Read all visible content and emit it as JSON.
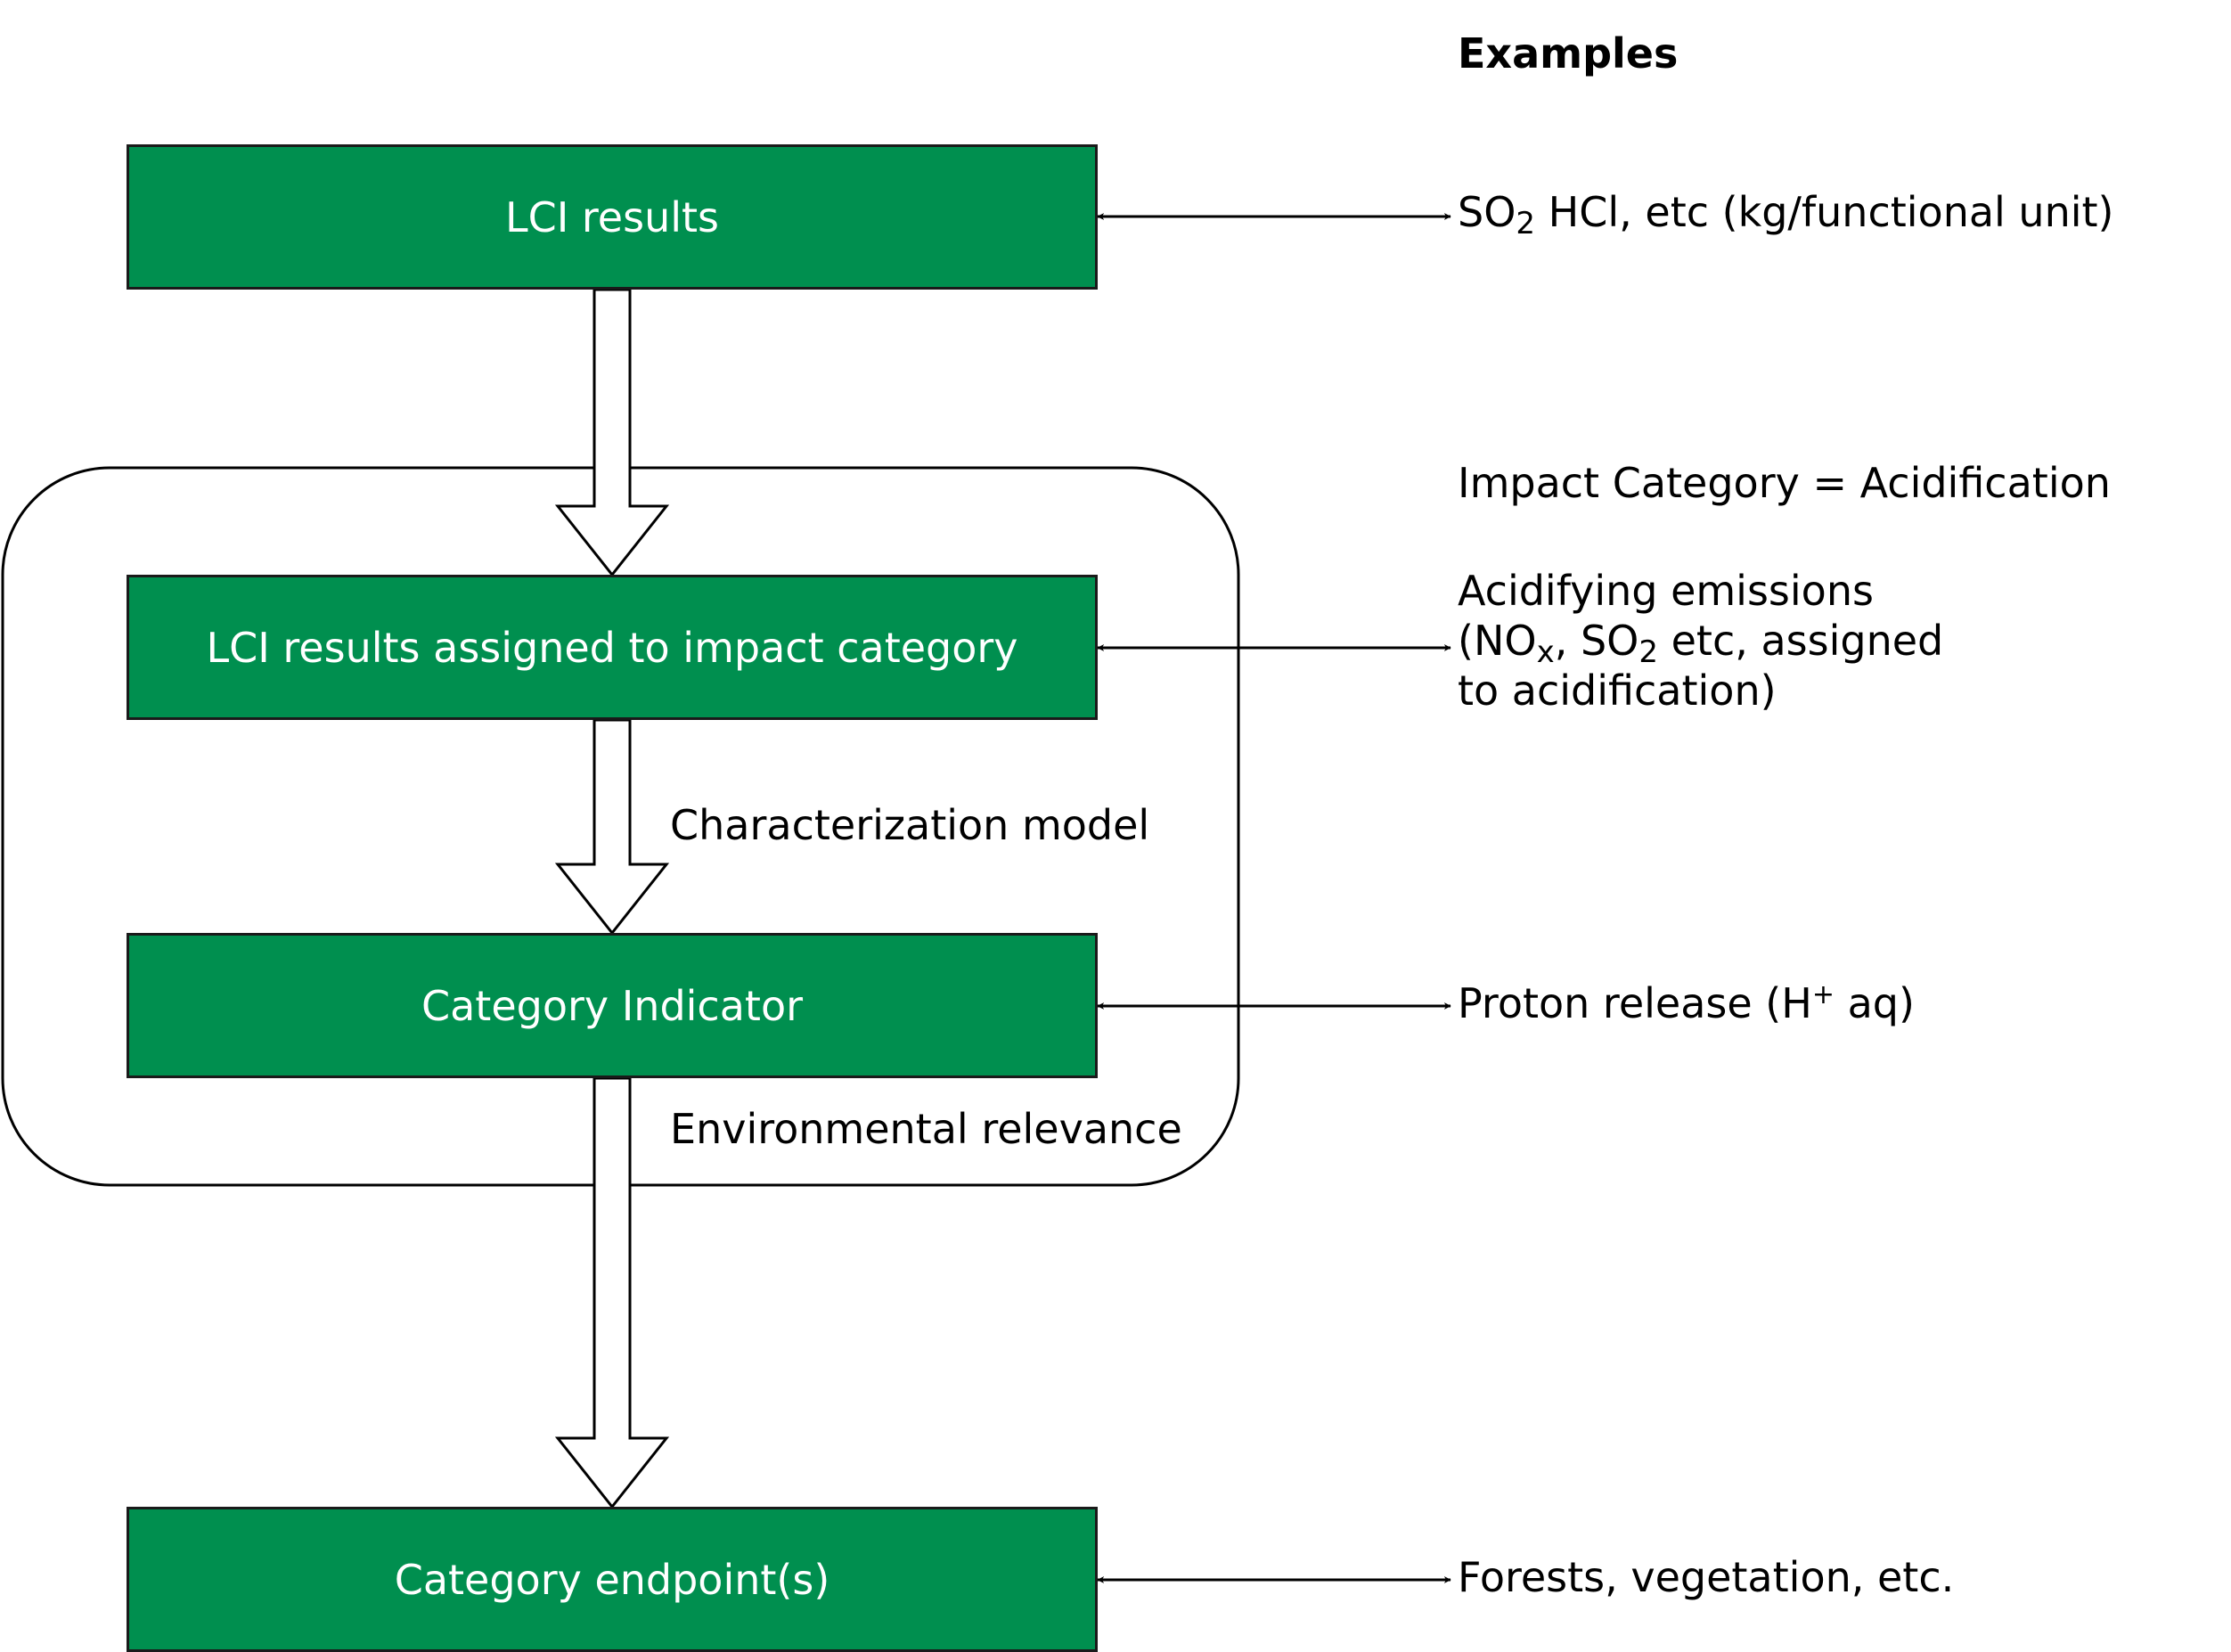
{
  "header": {
    "examples": "Examples"
  },
  "boxes": {
    "lci": "LCI results",
    "assigned": "LCI results assigned to impact category",
    "indicator": "Category Indicator",
    "endpoint": "Category endpoint(s)"
  },
  "flow_labels": {
    "characterization": "Characterization model",
    "relevance": "Environmental relevance"
  },
  "examples": {
    "lci": {
      "so": "SO",
      "two": "2",
      "rest": " HCl, etc (kg/functional unit)"
    },
    "impact_category": "Impact Category = Acidification",
    "assigned": {
      "line1": "Acidifying emissions",
      "l2a": "(NO",
      "l2x": "x",
      "l2b": ", SO",
      "l2two": "2",
      "l2c": " etc, assigned",
      "line3": "to acidification)"
    },
    "indicator": {
      "pre": "Proton release (H",
      "plus": "+",
      "post": " aq)"
    },
    "endpoint": "Forests, vegetation, etc."
  },
  "colors": {
    "box_fill": "#008f4f",
    "box_text": "#ffffff",
    "stroke": "#000000"
  }
}
